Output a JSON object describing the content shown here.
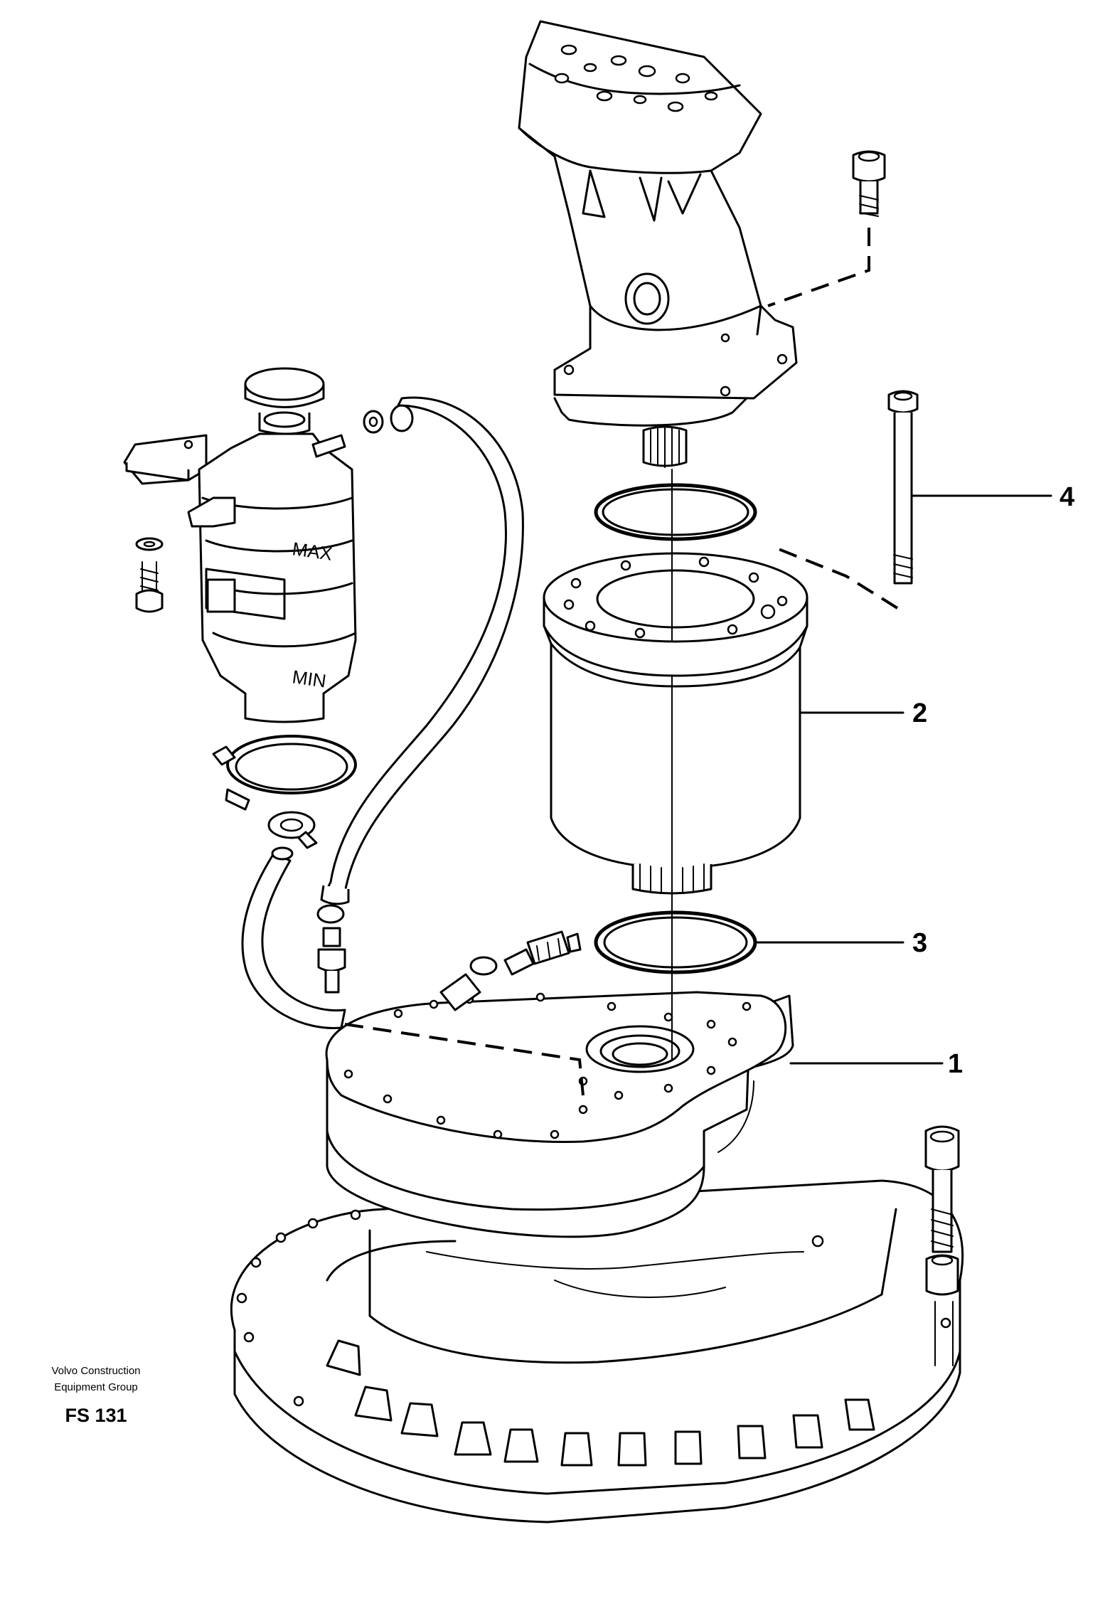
{
  "callouts": [
    {
      "id": "1",
      "label": "1"
    },
    {
      "id": "2",
      "label": "2"
    },
    {
      "id": "3",
      "label": "3"
    },
    {
      "id": "4",
      "label": "4"
    }
  ],
  "markings": {
    "max": "MAX",
    "min": "MIN"
  },
  "credit": {
    "line1": "Volvo Construction",
    "line2": "Equipment Group",
    "code": "FS 131"
  }
}
